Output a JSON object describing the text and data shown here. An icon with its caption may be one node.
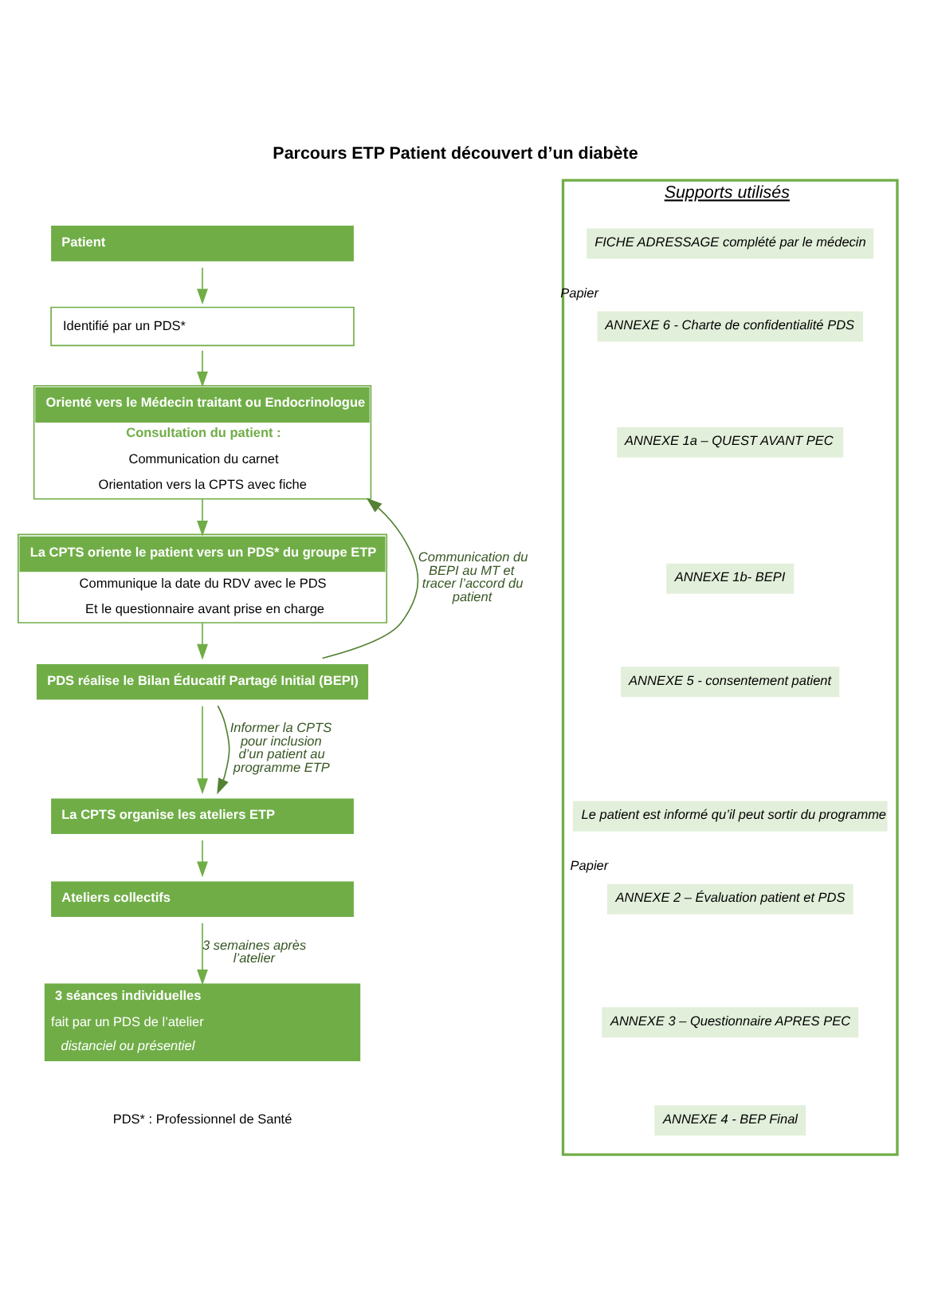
{
  "diagram": {
    "title": "Parcours ETP Patient découvert d’un diabète",
    "nodes": [
      {
        "text": [
          "Patient"
        ]
      },
      {
        "text": [
          "Identifié par un PDS*"
        ]
      },
      {
        "text": [
          "Orienté vers le Médecin traitant ou Endocrinologue",
          "Consultation du patient :",
          "Communication du carnet",
          "Orientation vers la CPTS avec fiche"
        ]
      },
      {
        "text": [
          "La CPTS oriente le patient vers un PDS* du groupe ETP",
          "Communique la date du RDV avec le PDS",
          "Et le questionnaire avant prise en charge"
        ]
      },
      {
        "text": [
          "PDS réalise le Bilan Éducatif Partagé Initial (BEPI)"
        ]
      },
      {
        "text": [
          "La CPTS organise les ateliers ETP"
        ]
      },
      {
        "text": [
          "Ateliers collectifs"
        ]
      },
      {
        "text": [
          "3 séances individuelles",
          "fait par un PDS de l’atelier",
          "distanciel ou présentiel"
        ]
      },
      {
        "text": [
          "Supports utilisés"
        ]
      },
      {
        "text": [
          "FICHE ADRESSAGE complété par le médecin"
        ],
        "in": 8
      },
      {
        "text": [
          "ANNEXE 6 - Charte de confidentialité PDS"
        ],
        "beside": [
          "Papier"
        ],
        "in": 8
      },
      {
        "text": [
          "ANNEXE 1a – QUEST AVANT PEC"
        ],
        "in": 8
      },
      {
        "text": [
          "ANNEXE 1b- BEPI"
        ],
        "in": 8
      },
      {
        "text": [
          "ANNEXE 5 - consentement patient"
        ],
        "in": 8
      },
      {
        "text": [
          "Le patient est informé qu’il peut sortir du programme"
        ],
        "in": 8
      },
      {
        "text": [
          "ANNEXE 2 – Évaluation patient et PDS"
        ],
        "beside": [
          "Papier"
        ],
        "in": 8
      },
      {
        "text": [
          "ANNEXE 3 – Questionnaire APRES PEC"
        ],
        "in": 8
      },
      {
        "text": [
          "ANNEXE 4 - BEP Final"
        ],
        "in": 8
      }
    ],
    "edges": [
      {
        "from": 0,
        "to": 1,
        "arrow": "to"
      },
      {
        "from": 1,
        "to": 2,
        "arrow": "to"
      },
      {
        "from": 2,
        "to": 3,
        "arrow": "to"
      },
      {
        "from": 3,
        "to": 4,
        "arrow": "to"
      },
      {
        "from": 4,
        "to": 2,
        "arrow": "to",
        "label": "Communication du BEPI au MT et tracer l’accord du patient",
        "color": "#548235"
      },
      {
        "from": 4,
        "to": 5,
        "arrow": "to"
      },
      {
        "from": 4,
        "to": 5,
        "arrow": "to",
        "label": "Informer la CPTS pour inclusion d’un patient au programme ETP",
        "color": "#548235"
      },
      {
        "from": 5,
        "to": 6,
        "arrow": "to"
      },
      {
        "from": 6,
        "to": 7,
        "arrow": "to",
        "label": "3 semaines après l’atelier"
      }
    ],
    "labels": [
      "PDS* : Professionnel de Santé"
    ]
  }
}
